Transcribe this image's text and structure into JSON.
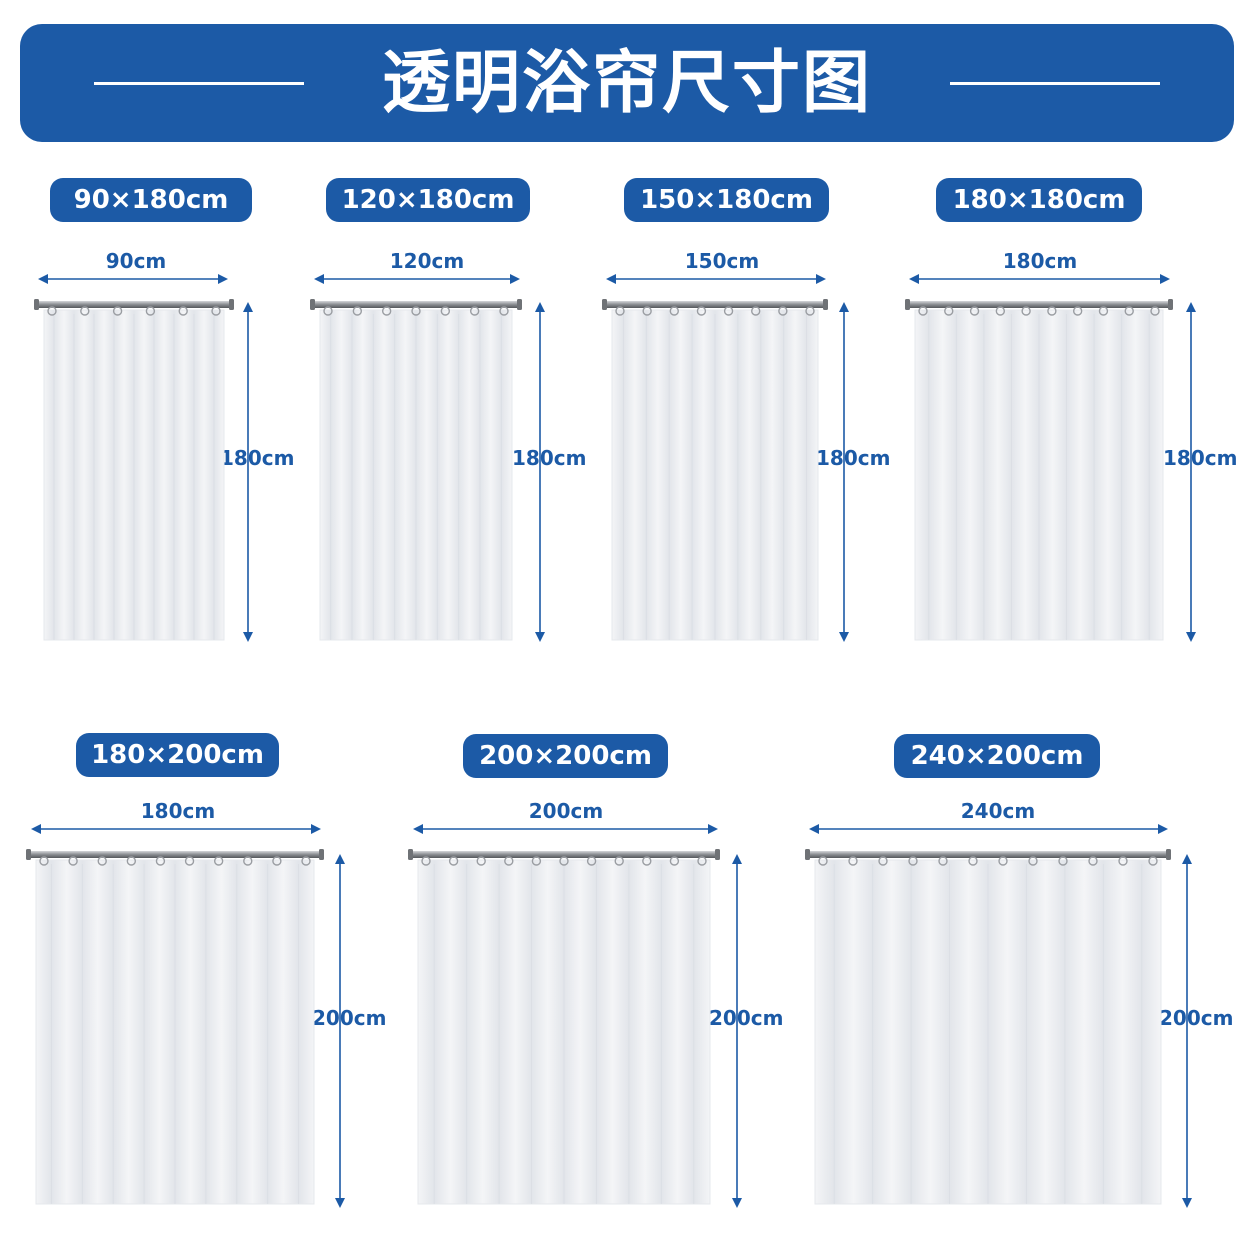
{
  "header": {
    "title": "透明浴帘尺寸图"
  },
  "colors": {
    "accent": "#1c5aa6",
    "curtain": "#eef0f3",
    "rod": "#8a8d91"
  },
  "sizes": [
    {
      "size_label": "90×180cm",
      "width_label": "90cm",
      "height_label": "180cm"
    },
    {
      "size_label": "120×180cm",
      "width_label": "120cm",
      "height_label": "180cm"
    },
    {
      "size_label": "150×180cm",
      "width_label": "150cm",
      "height_label": "180cm"
    },
    {
      "size_label": "180×180cm",
      "width_label": "180cm",
      "height_label": "180cm"
    },
    {
      "size_label": "180×200cm",
      "width_label": "180cm",
      "height_label": "200cm"
    },
    {
      "size_label": "200×200cm",
      "width_label": "200cm",
      "height_label": "200cm"
    },
    {
      "size_label": "240×200cm",
      "width_label": "240cm",
      "height_label": "200cm"
    }
  ]
}
